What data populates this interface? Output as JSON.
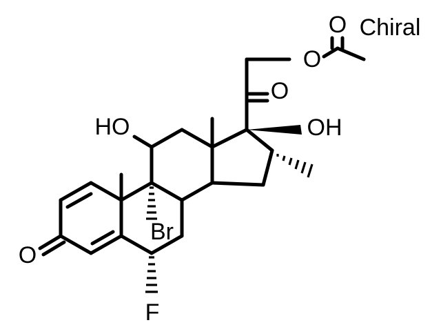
{
  "chiral_label": "Chiral",
  "atoms": {
    "oxo_3": "O",
    "hydroxy_11": "HO",
    "fluoro_6": "F",
    "bromo_9": "Br",
    "hydroxy_17": "OH",
    "oxo_20": "O",
    "ester_o_21": "O",
    "acetyl_o": "O"
  },
  "colors": {
    "ink": "#000000",
    "background": "#ffffff"
  }
}
